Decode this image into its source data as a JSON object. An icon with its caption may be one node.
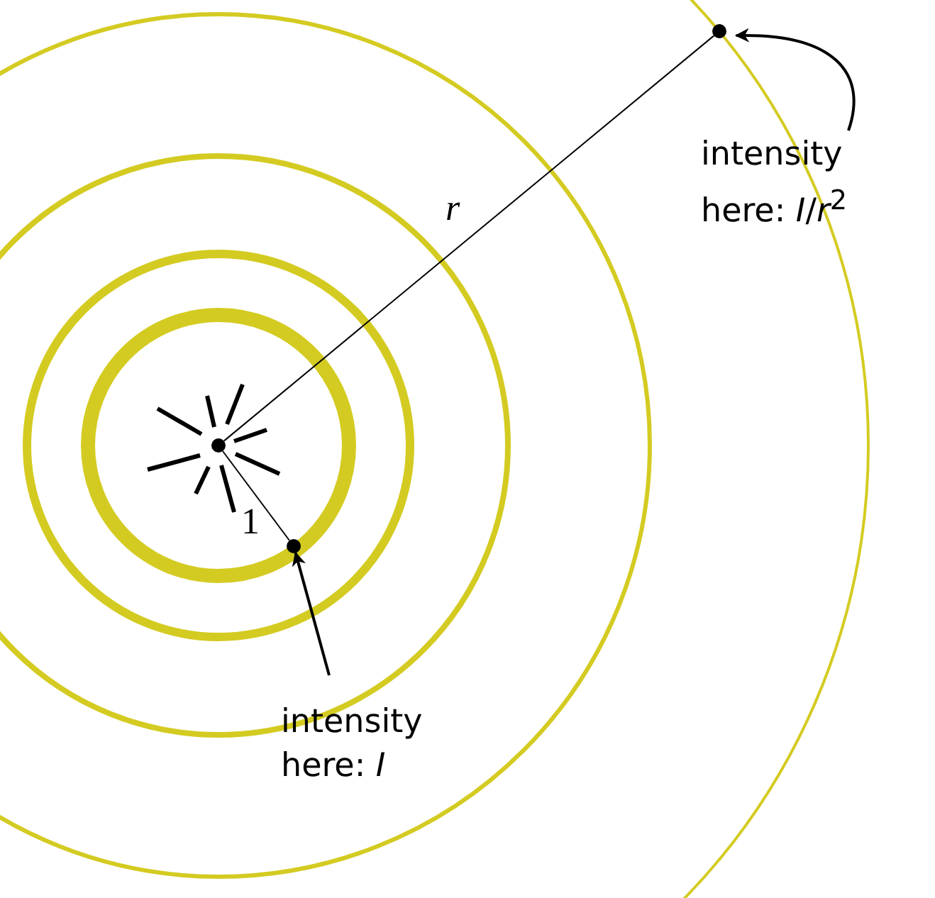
{
  "diagram": {
    "nodes": [
      {
        "text": [],
        "shape": "circle"
      },
      {
        "text": [],
        "shape": "circle"
      },
      {
        "text": [],
        "shape": "circle"
      },
      {
        "text": [
          "intensity here: *I*"
        ]
      },
      {
        "text": [
          "intensity here: *I*/*r*$^{2}$"
        ]
      }
    ],
    "edges": [
      {
        "from": 0,
        "to": 1,
        "arrow": "none",
        "label": "1"
      },
      {
        "from": 0,
        "to": 2,
        "arrow": "none",
        "label": "*r*"
      },
      {
        "from": 3,
        "to": 1,
        "arrow": "to"
      },
      {
        "from": 4,
        "to": 2,
        "arrow": "to"
      }
    ]
  }
}
